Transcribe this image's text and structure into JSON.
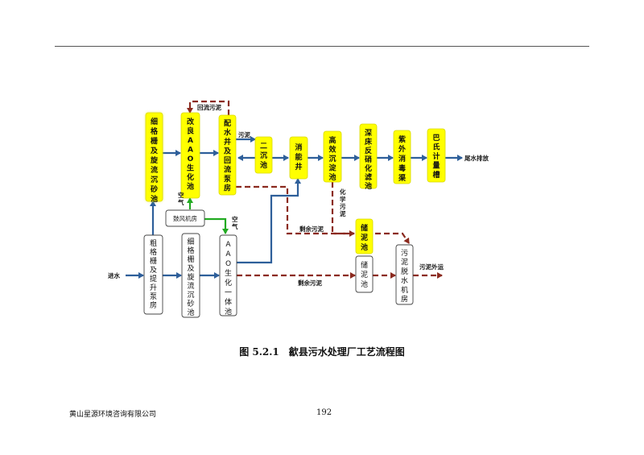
{
  "diagram": {
    "nodes": {
      "fine_screen_top": "细格栅及旋流沉砂池",
      "improved_aao": "改良AAO生化池",
      "distribution_well": "配水井及回流泵房",
      "secondary_clarifier": "二沉池",
      "disinfection_well": "消能井",
      "high_eff_settling": "高效沉淀池",
      "deep_bed_filter": "深床反硝化滤池",
      "uv_channel": "紫外消毒渠",
      "parshall_flume": "巴氏计量槽",
      "sludge_tank_top": "储泥池",
      "coarse_screen": "粗格栅及提升泵房",
      "fine_screen_bottom": "细格栅及旋流沉砂池",
      "aao_integrated": "AAO生化一体池",
      "sludge_tank_bottom": "储泥池",
      "dewatering_room": "污泥脱水机房",
      "blower_room": "鼓风机房"
    },
    "labels": {
      "return_sludge": "回流污泥",
      "sludge": "污泥",
      "air_left": "空气",
      "air_right": "空气",
      "chemical_sludge": "化学污泥",
      "excess_sludge_upper": "剩余污泥",
      "excess_sludge_lower": "剩余污泥",
      "inlet": "进水",
      "effluent": "尾水排放",
      "sludge_out": "污泥外运"
    },
    "colors": {
      "flow_arrow": "#2e5f9a",
      "sludge_arrow": "#8b2a1f",
      "air_arrow": "#22aa22",
      "process_box": "#ffff00"
    }
  },
  "caption": "图 5.2.1　歙县污水处理厂工艺流程图",
  "footer": {
    "company": "黄山星源环境咨询有限公司",
    "page_number": "192"
  }
}
